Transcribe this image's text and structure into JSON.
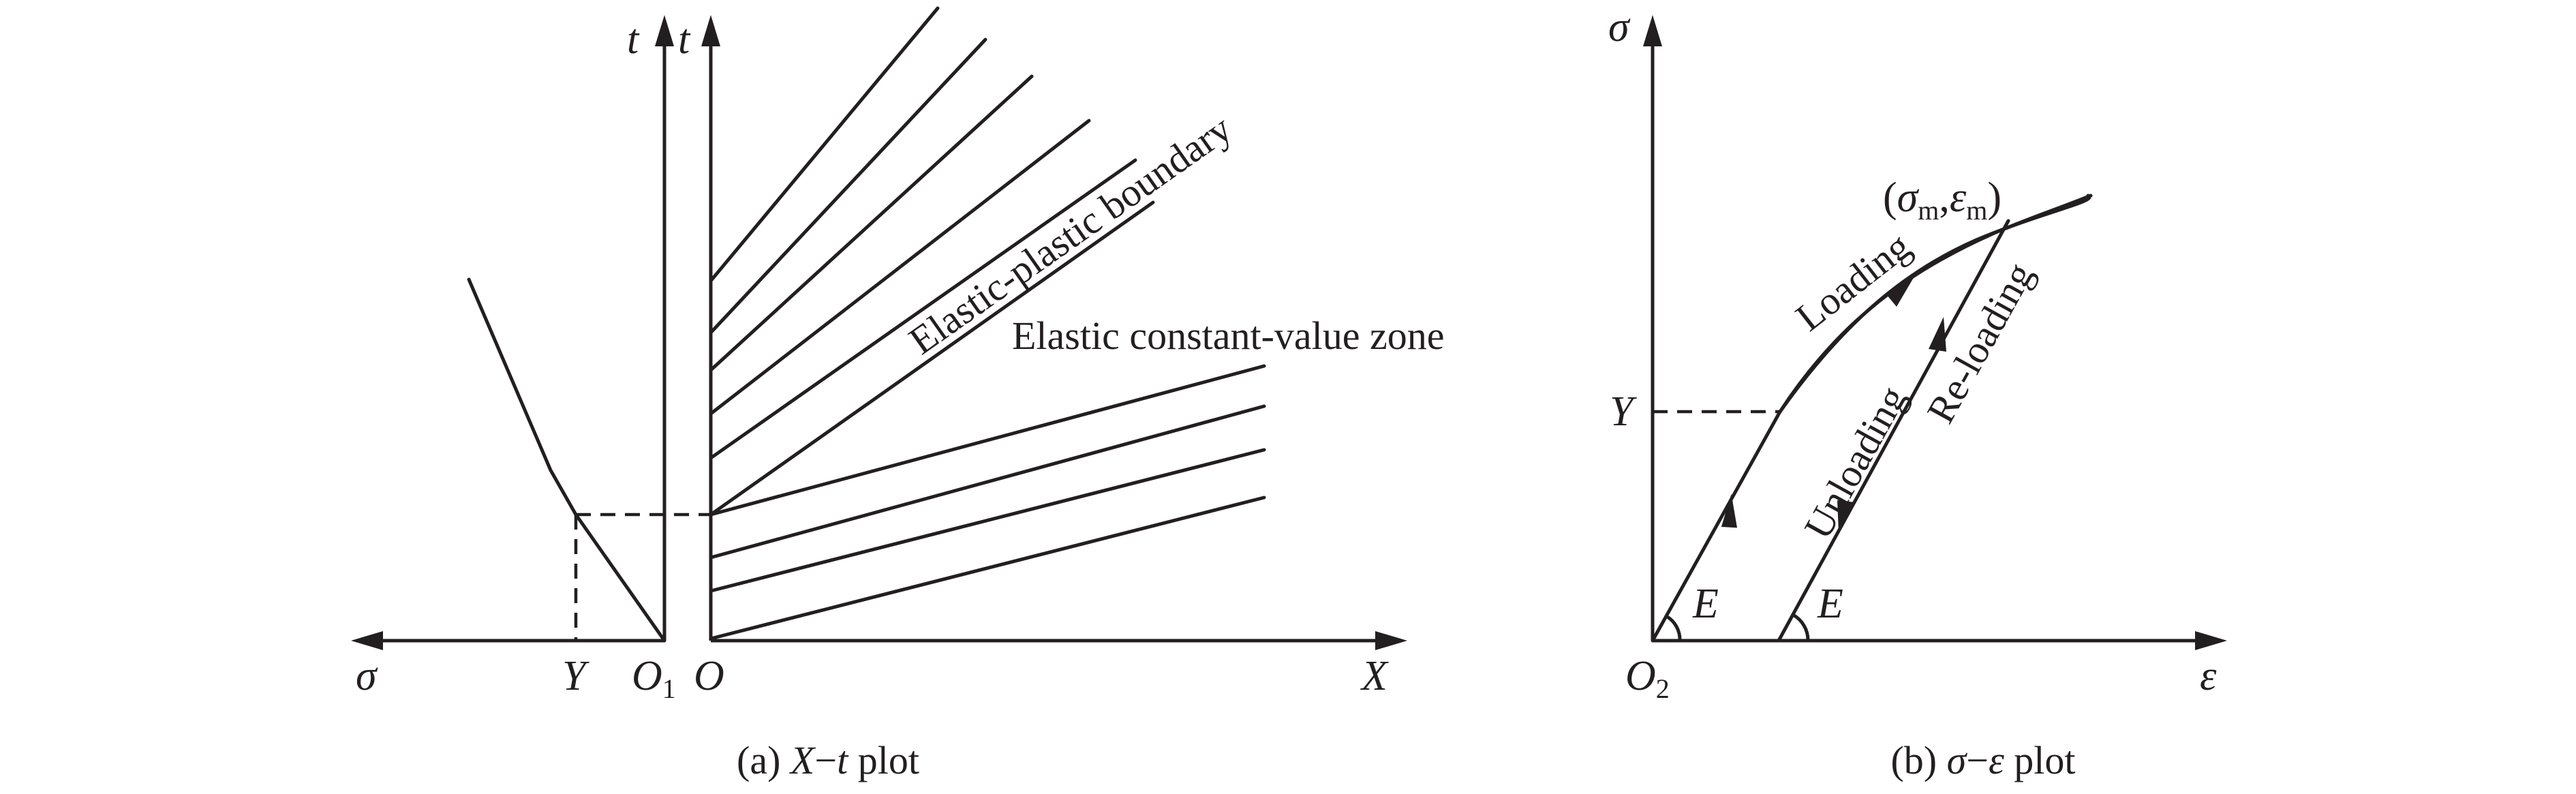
{
  "plot_a": {
    "axis_t_left": "t",
    "axis_t_right": "t",
    "axis_sigma": "σ",
    "label_Y": "Y",
    "label_O1_main": "O",
    "label_O1_sub": "1",
    "label_O": "O",
    "axis_X": "X",
    "annotation_boundary": "Elastic-plastic boundary",
    "annotation_zone": "Elastic constant-value zone",
    "caption_prefix": "(a) ",
    "caption_var1": "X",
    "caption_dash": "−",
    "caption_var2": "t",
    "caption_suffix": " plot"
  },
  "plot_b": {
    "axis_sigma": "σ",
    "axis_epsilon": "ε",
    "label_Y": "Y",
    "label_O2_main": "O",
    "label_O2_sub": "2",
    "label_E1": "E",
    "label_E2": "E",
    "point_open": "(",
    "point_sigma": "σ",
    "point_sigma_sub": "m",
    "point_comma": ",",
    "point_epsilon": "ε",
    "point_epsilon_sub": "m",
    "point_close": ")",
    "annotation_loading": "Loading",
    "annotation_unloading": "Unloading",
    "annotation_reloading": "Re-loading",
    "caption_prefix": "(b) ",
    "caption_var1": "σ",
    "caption_dash": "−",
    "caption_var2": "ε",
    "caption_suffix": " plot"
  }
}
